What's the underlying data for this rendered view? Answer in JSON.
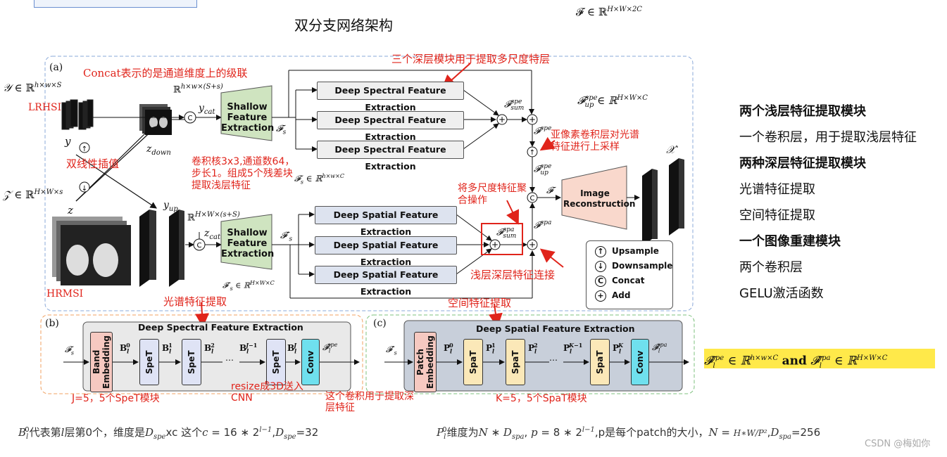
{
  "header": {
    "title": "双分支网络架构",
    "top_formula": "𝓕 ∈ ℝ^{H×W×2C}"
  },
  "diagram": {
    "panel_a": "(a)",
    "panel_b": "(b)",
    "panel_c": "(c)",
    "lrhsi_formula": "𝒴 ∈ ℝ^{h×w×S}",
    "hrmsi_formula": "𝒵 ∈ ℝ^{H×W×s}",
    "lrhsi_label": "LRHSI",
    "hrmsi_label": "HRMSI",
    "y_label": "𝑦",
    "z_label": "𝑧",
    "z_down": "z_down",
    "y_up": "y_up",
    "y_cat": "y_cat",
    "z_cat": "z_cat",
    "cat_top_dim": "ℝ^{h×w×(S+s)}",
    "cat_bot_dim": "ℝ^{H×W×(s+S)}",
    "shallow_label": "Shallow\nFeature\nExtraction",
    "fs": "𝓕s",
    "fs_prime": "𝓕′s",
    "fs_dim": "𝓕s ∈ ℝ^{h×w×C}",
    "fs_prime_dim": "𝓕′s ∈ ℝ^{H×W×C}",
    "spe_box": "Deep Spectral Feature Extraction",
    "spa_box": "Deep Spatial Feature Extraction",
    "f_sum_spe": "𝓕sum^spe",
    "f_sum_spa": "𝓕sum^spa",
    "f_spe": "𝓕^spe",
    "f_spa": "𝓕^spa",
    "f_up_spe": "𝓕up^spe",
    "f_up_spe_dim": "𝓕up^spe ∈ ℝ^{H×W×C}",
    "f_label": "𝓕",
    "image_recon": "Image\nReconstruction",
    "x_prime": "𝒳′",
    "legend": {
      "upsample": "Upsample",
      "downsample": "Downsample",
      "concat": "Concat",
      "add": "Add"
    },
    "panel_b_title": "Deep Spectral Feature Extraction",
    "panel_c_title": "Deep Spatial Feature Extraction",
    "band_embedding": "Band Embedding",
    "patch_embedding": "Patch Embedding",
    "spet": "SpeT",
    "spat": "SpaT",
    "conv": "Conv",
    "b_labels": [
      "B⁰ₗ",
      "B¹ₗ",
      "B²ₗ",
      "…",
      "B^{J−1}ₗ",
      "B^Jₗ"
    ],
    "p_labels": [
      "P⁰ₗ",
      "P¹ₗ",
      "P²ₗ",
      "…",
      "P^{K−1}ₗ",
      "P^Kₗ"
    ],
    "fl_spe": "𝓕ₗ^spe",
    "fl_spa": "𝓕ₗ^spa",
    "output_formula": "𝓕ₗ^spe ∈ ℝ^{h×w×C} and 𝓕ₗ^spa ∈ ℝ^{H×W×C}"
  },
  "annotations": {
    "concat_note": "Concat表示的是通道维度上的级联",
    "deep_modules_note": "三个深层模块用于提取多尺度特层",
    "bilinear": "双线性插值",
    "conv_note": "卷积核3x3,通道数64，步长1。组成5个残差块提取浅层特征",
    "pixel_shuffle": "亚像素卷积层对光谱特征进行上采样",
    "multi_scale": "将多尺度特征聚合操作",
    "shallow_deep": "浅层深层特征连接",
    "spectral_extract": "光谱特征提取",
    "spatial_extract": "空间特征提取",
    "j5": "J=5，5个SpeT模块",
    "k5": "K=5，5个SpaT模块",
    "resize": "resize成3D送入CNN",
    "conv_deep": "这个卷积用于提取深层特征"
  },
  "side_notes": [
    {
      "text": "两个浅层特征提取模块",
      "bold": true
    },
    {
      "text": " 一个卷积层，用于提取浅层特征",
      "bold": false
    },
    {
      "text": "两种深层特征提取模块",
      "bold": true
    },
    {
      "text": "光谱特征提取",
      "bold": false
    },
    {
      "text": "空间特征提取",
      "bold": false
    },
    {
      "text": "一个图像重建模块",
      "bold": true
    },
    {
      "text": "两个卷积层",
      "bold": false
    },
    {
      "text": "GELU激活函数",
      "bold": false
    }
  ],
  "footer": {
    "left": "B⁰ₗ代表第l层第0个，维度是D_spe xc 这个c = 16 * 2^{l−1}, D_spe=32",
    "right": "P⁰ₗ维度为N * D_spa, p = 8 * 2^{l−1},p是每个patch的大小，N = H*W/P², D_spa=256",
    "watermark": "CSDN @梅如你"
  },
  "colors": {
    "annotation_red": "#e0241b",
    "panel_a_border": "#8aa8d8",
    "panel_b_border": "#f0a060",
    "panel_c_border": "#7cc07c",
    "highlight": "#ffe94a"
  }
}
